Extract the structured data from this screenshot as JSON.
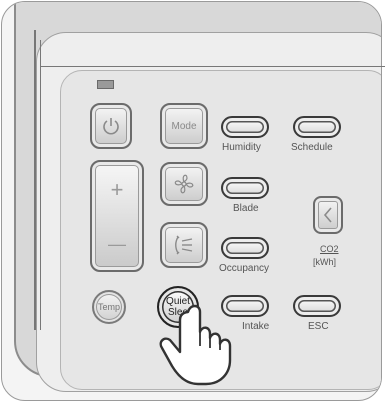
{
  "panel": {
    "buttons": {
      "power": {
        "icon": "power-icon"
      },
      "mode": {
        "label": "Mode"
      },
      "plus": {
        "label": "+"
      },
      "minus": {
        "label": "—"
      },
      "fan": {
        "icon": "fan-icon"
      },
      "swing": {
        "icon": "swing-icon"
      },
      "temp": {
        "label": "Temp"
      },
      "quiet_sleep": {
        "label_line1": "Quiet",
        "label_line2": "Slee"
      },
      "back": {
        "icon": "chevron-left-icon"
      }
    },
    "pills": {
      "humidity": "Humidity",
      "schedule": "Schedule",
      "blade": "Blade",
      "occupancy": "Occupancy",
      "intake": "Intake",
      "esc": "ESC"
    },
    "co2_label": {
      "line1": "CO2",
      "line2": "[kWh]"
    }
  },
  "pointer": {
    "icon": "pointing-hand-icon"
  }
}
